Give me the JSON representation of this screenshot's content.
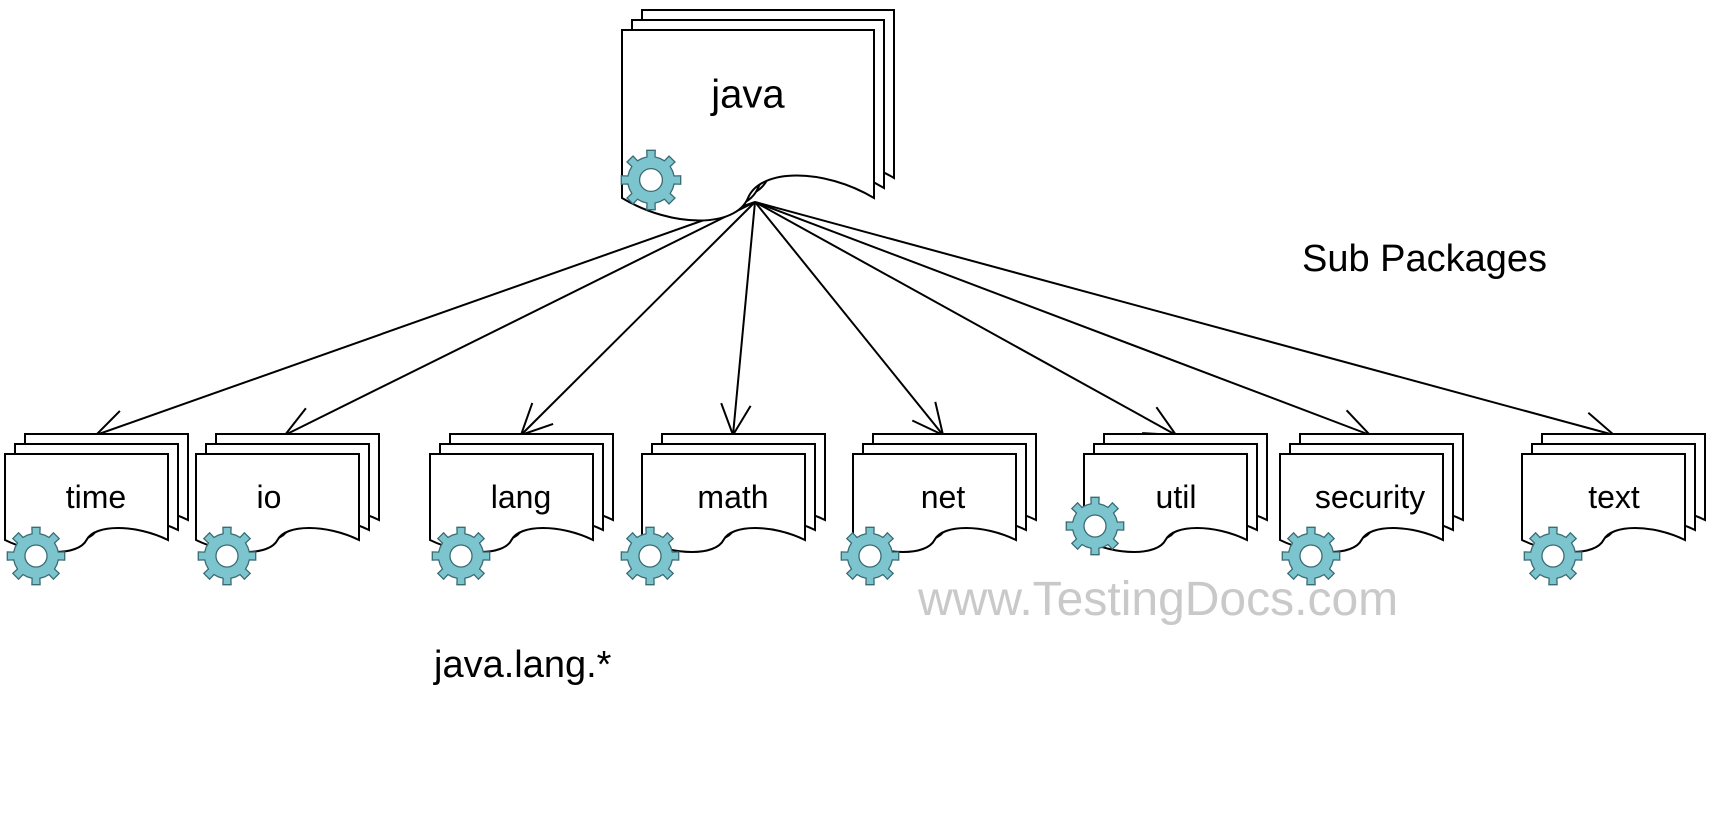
{
  "diagram": {
    "root": {
      "label": "java"
    },
    "subpackages": [
      {
        "label": "time"
      },
      {
        "label": "io"
      },
      {
        "label": "lang"
      },
      {
        "label": "math"
      },
      {
        "label": "net"
      },
      {
        "label": "util"
      },
      {
        "label": "security"
      },
      {
        "label": "text"
      }
    ]
  },
  "annotations": {
    "sub_packages_label": "Sub Packages",
    "import_statement": "java.lang.*",
    "watermark": "www.TestingDocs.com"
  },
  "colors": {
    "gear": "#7cc5cf",
    "stroke": "#000000",
    "watermark": "#c9c9c9"
  }
}
